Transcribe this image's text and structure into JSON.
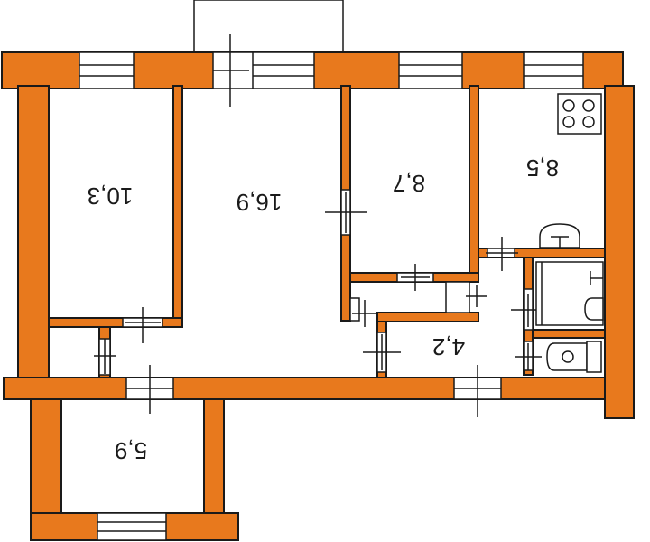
{
  "plan": {
    "rooms": [
      {
        "id": "room-left",
        "area": "10,3"
      },
      {
        "id": "room-living",
        "area": "16,9"
      },
      {
        "id": "room-middle",
        "area": "8,7"
      },
      {
        "id": "kitchen",
        "area": "8,5"
      },
      {
        "id": "hall",
        "area": "4,2"
      },
      {
        "id": "room-bottom",
        "area": "5,9"
      }
    ],
    "colors": {
      "wall": "#e8791d",
      "line": "#1a1a1a",
      "background": "#ffffff"
    },
    "fixtures": [
      "stove-icon",
      "toilet-icon",
      "bathtub-icon",
      "sink-icon"
    ]
  }
}
